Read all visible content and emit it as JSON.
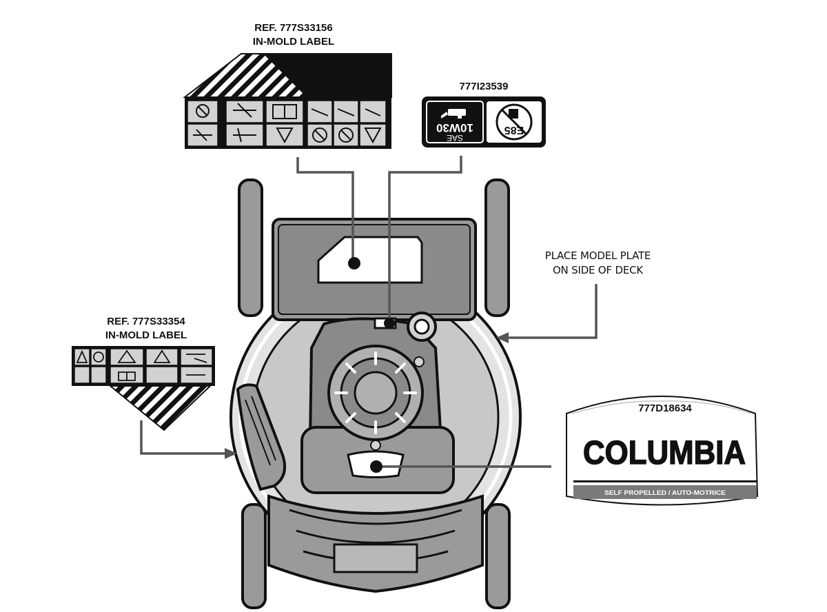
{
  "labels": {
    "top_label": {
      "line1": "REF. 777S33156",
      "line2": "IN-MOLD LABEL"
    },
    "oil_label": {
      "ref": "777I23539",
      "sae": "SAE",
      "grade": "10W30",
      "fuel": "E85"
    },
    "left_label": {
      "line1": "REF. 777S33354",
      "line2": "IN-MOLD LABEL"
    },
    "model_plate": {
      "line1": "PLACE MODEL PLATE",
      "line2": "ON SIDE OF DECK"
    },
    "brand_decal": {
      "ref": "777D18634",
      "brand": "COLUMBIA",
      "subtitle": "SELF PROPELLED / AUTO-MOTRICE"
    }
  },
  "colors": {
    "ink": "#111111",
    "mid_gray": "#9a9a9a",
    "light_gray": "#d2d2d2",
    "paper": "#ffffff"
  }
}
